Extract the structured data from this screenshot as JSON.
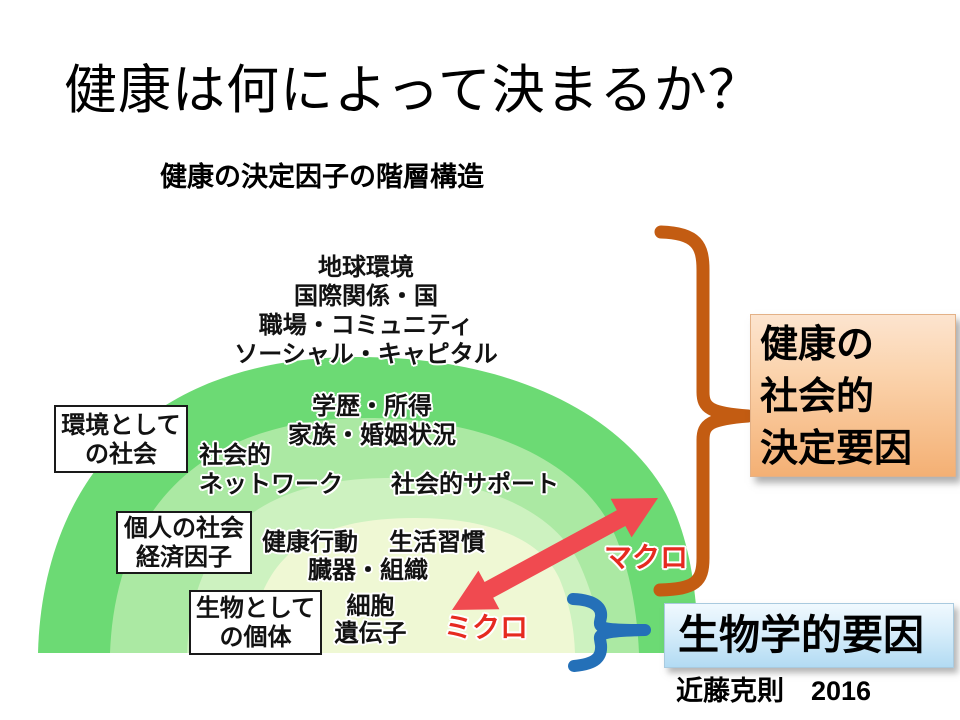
{
  "slide": {
    "title": "健康は何によって決まるか？",
    "diagram_title": "健康の決定因子の階層構造",
    "credit": "近藤克則　2016"
  },
  "layers": {
    "global": [
      "地球環境",
      "国際関係・国",
      "職場・コミュニティ",
      "ソーシャル・キャピタル"
    ],
    "socioeconomic": [
      "学歴・所得",
      "家族・婚姻状況"
    ],
    "network": [
      "社会的",
      "ネットワーク"
    ],
    "support": "社会的サポート",
    "behavior": "健康行動",
    "lifestyle": "生活習慣",
    "organ": "臓器・組織",
    "cell": "細胞",
    "gene": "遺伝子"
  },
  "side_boxes": {
    "environment_society": [
      "環境として",
      "の社会"
    ],
    "personal_socioeconomic": [
      "個人の社会",
      "経済因子"
    ],
    "biological_individual": [
      "生物として",
      "の個体"
    ]
  },
  "arrow_labels": {
    "macro": "マクロ",
    "micro": "ミクロ"
  },
  "callouts": {
    "social_determinants": [
      "健康の",
      "社会的",
      "決定要因"
    ],
    "biological_factor": "生物学的要因"
  },
  "colors": {
    "ring_outer": "#6cda74",
    "ring_second": "#abe9a3",
    "ring_third": "#cdf2c0",
    "ring_inner": "#eff8d4",
    "arrow_red": "#f04a50",
    "red_label": "#e62a20",
    "brace_orange": "#c35c12",
    "brace_blue": "#2470b8",
    "callout_orange_top": "#fce4cf",
    "callout_orange_bottom": "#f4b074",
    "callout_blue_top": "#f0f9fe",
    "callout_blue_bottom": "#b2dbf3"
  }
}
